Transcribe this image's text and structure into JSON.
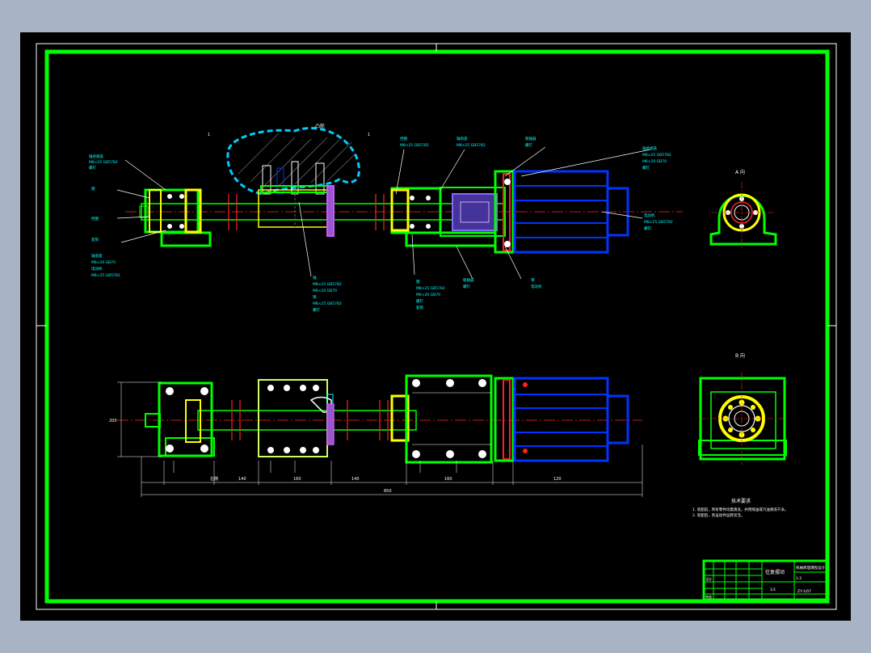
{
  "drawing": {
    "background": "#000000",
    "colors": {
      "border": "#00ff00",
      "outline": "#00ff00",
      "yellow": "#ffff00",
      "cyan": "#00ffff",
      "blue": "#0033ff",
      "magenta": "#cc55ff",
      "red": "#ff2020",
      "white": "#ffffff"
    },
    "labels": {
      "cam_mark": "凸轮",
      "sec_a": "1",
      "sec_b": "1",
      "view_a": "A 向",
      "view_b": "B 向",
      "tech_title": "技术要求",
      "tech_line1": "1. 装配前，所有零件均需清洗，并用煤油或汽油清洗干净。",
      "tech_line2": "2. 装配后，各运动件运转灵活。",
      "dim_total": "850",
      "dim_left": "左侧",
      "dim_140": "140",
      "dim_160": "160",
      "dim_bottom_a": "140",
      "dim_bottom_b": "160",
      "dim_bottom_c": "120",
      "dim_side": "200"
    },
    "callouts": [
      "轴承端盖",
      "M8×25 GB5782",
      "螺钉",
      "键",
      "联轴器",
      "电动机",
      "轴承座",
      "M6×20 GB70",
      "挡圈",
      "套筒",
      "销",
      "轴"
    ],
    "title_block": {
      "name": "往复摆动",
      "drawing_no": "机械原理课程设计",
      "scale": "1:2",
      "sheet": "1/1",
      "page": "ZY-1/07",
      "designer": "设计",
      "checker": "审核"
    }
  }
}
